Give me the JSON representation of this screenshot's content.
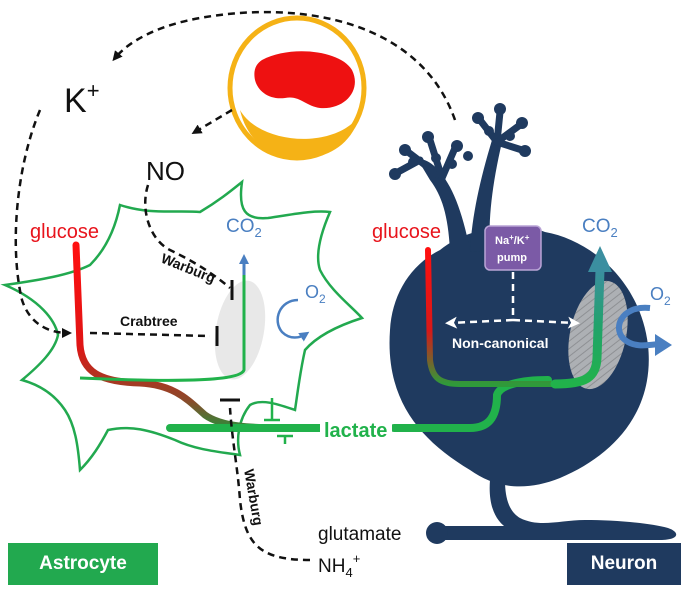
{
  "colors": {
    "astrocyte": "#22a94f",
    "neuron": "#1f3a5f",
    "glucose": "#e8141c",
    "lactate": "#21b24b",
    "co2": "#4a7fc1",
    "vessel_ring": "#f5b216",
    "red_cell": "#ee1111",
    "pump": "#7b5aa6",
    "mitochondria": "#c9c9c9"
  },
  "labels": {
    "k_plus": "K",
    "k_plus_sup": "+",
    "no": "NO",
    "glucose_astro": "glucose",
    "glucose_neuron": "glucose",
    "co2_astro": "CO",
    "co2_astro_sub": "2",
    "o2_astro": "O",
    "o2_astro_sub": "2",
    "co2_neuron": "CO",
    "co2_neuron_sub": "2",
    "o2_neuron": "O",
    "o2_neuron_sub": "2",
    "warburg_top": "Warburg",
    "crabtree": "Crabtree",
    "warburg_vertical": "Warburg",
    "lactate": "lactate",
    "pump_line1": "Na",
    "pump_line1_sup1": "+",
    "pump_line1_mid": "/K",
    "pump_line1_sup2": "+",
    "pump_line2": "pump",
    "non_canonical": "Non-canonical",
    "glutamate": "glutamate",
    "nh4": "NH",
    "nh4_sub": "4",
    "nh4_sup": "+"
  },
  "badges": {
    "astrocyte": "Astrocyte",
    "neuron": "Neuron"
  }
}
